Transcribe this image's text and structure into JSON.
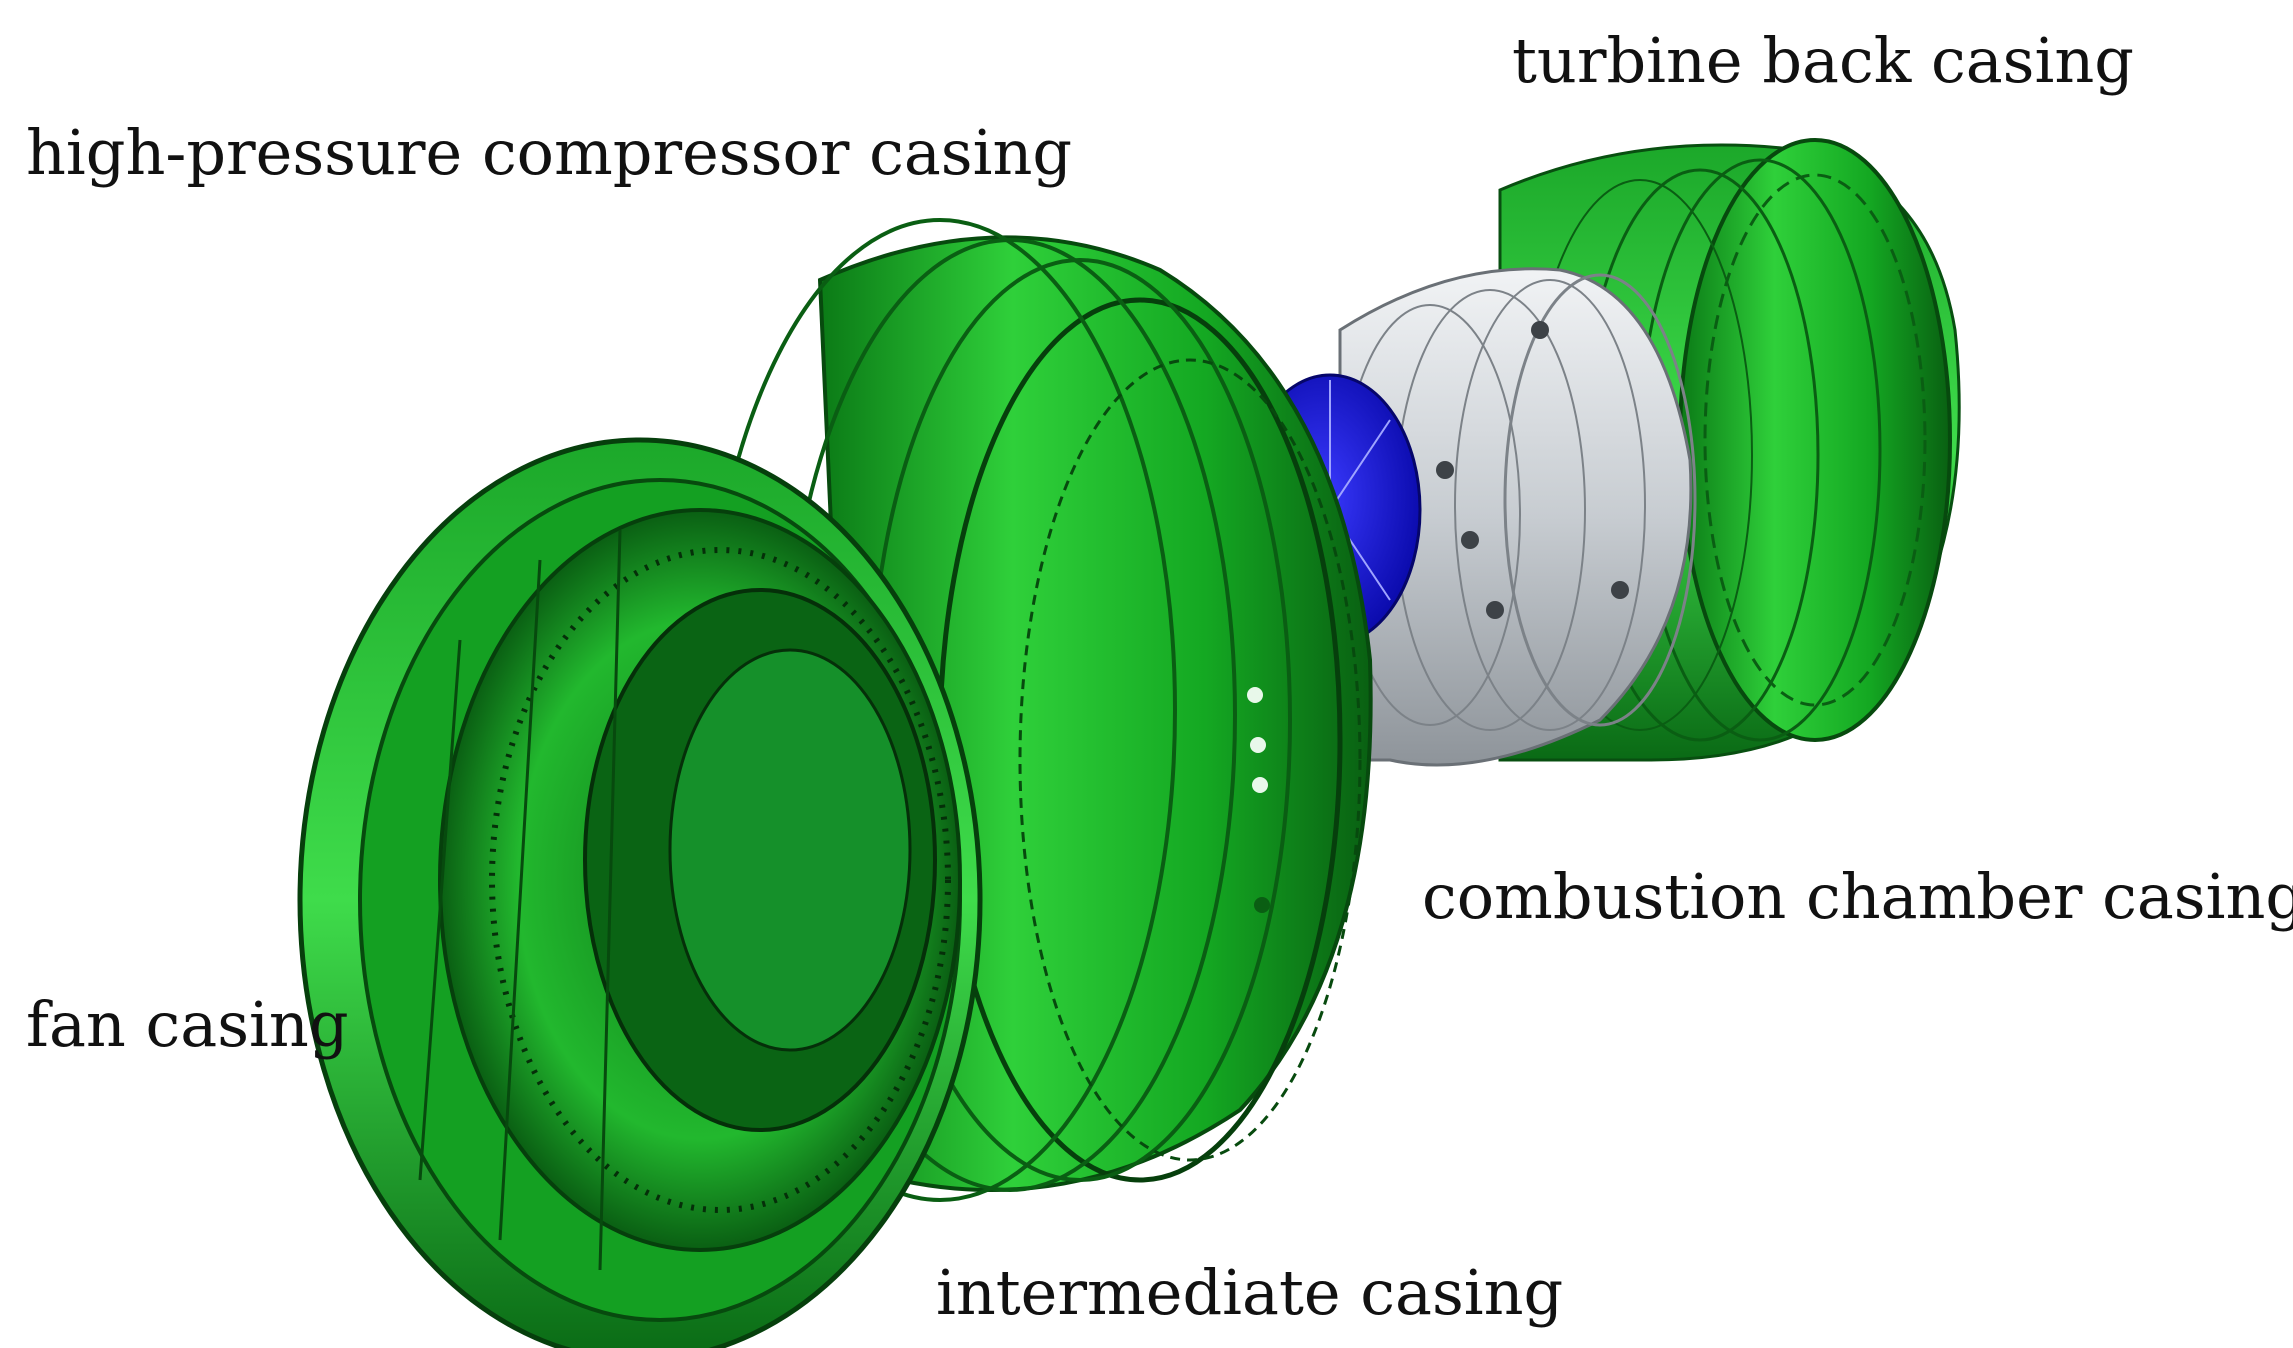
{
  "figure": {
    "labels": {
      "turbine_back_casing": "turbine back casing",
      "high_pressure_compressor_casing": "high-pressure compressor casing",
      "combustion_chamber_casing": "combustion chamber casing",
      "fan_casing": "fan casing",
      "intermediate_casing": "intermediate casing"
    },
    "colors": {
      "casing_green": "#12b022",
      "casing_green_dark": "#0a6614",
      "casing_green_light": "#3ed84a",
      "combustor_silver": "#c9ced3",
      "inner_blue": "#1010d0",
      "background": "#ffffff"
    }
  }
}
